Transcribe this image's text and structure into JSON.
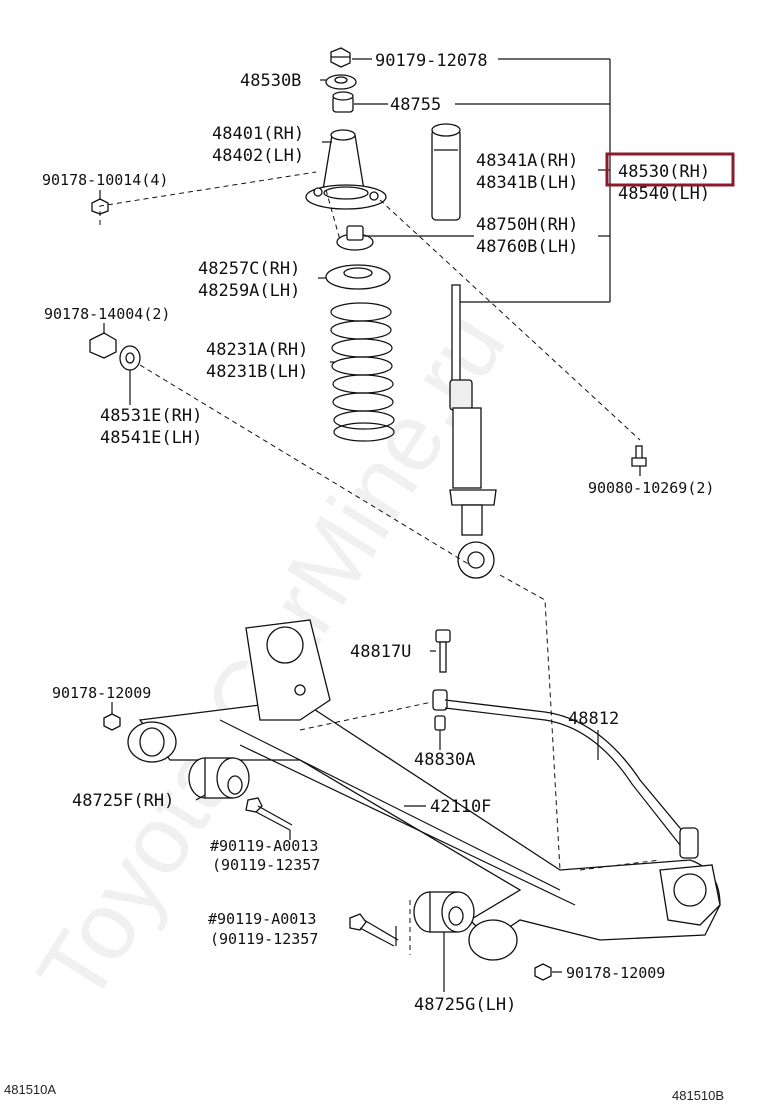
{
  "watermark": "Toyota-CarMine.ru",
  "footer": {
    "left": "481510A",
    "right": "481510B"
  },
  "colors": {
    "highlight": "#8b1a2e",
    "line": "#111111"
  },
  "labels": {
    "p90179_12078": "90179-12078",
    "p48530b": "48530B",
    "p48755": "48755",
    "p48401": "48401(RH)",
    "p48402": "48402(LH)",
    "p48341a": "48341A(RH)",
    "p48341b": "48341B(LH)",
    "p48530": "48530(RH)",
    "p48540": "48540(LH)",
    "p90178_10014": "90178-10014(4)",
    "p48750h": "48750H(RH)",
    "p48760b": "48760B(LH)",
    "p48257c": "48257C(RH)",
    "p48259a": "48259A(LH)",
    "p90178_14004": "90178-14004(2)",
    "p48231a": "48231A(RH)",
    "p48231b": "48231B(LH)",
    "p48531e": "48531E(RH)",
    "p48541e": "48541E(LH)",
    "p90080_10269": "90080-10269(2)",
    "p48817u": "48817U",
    "p90178_12009a": "90178-12009",
    "p48812": "48812",
    "p48830a": "48830A",
    "p48725f": "48725F(RH)",
    "p42110f": "42110F",
    "p90119_a0013a": "#90119-A0013",
    "p90119_12357a": "(90119-12357",
    "p90119_a0013b": "#90119-A0013",
    "p90119_12357b": "(90119-12357",
    "p90178_12009b": "90178-12009",
    "p48725g": "48725G(LH)"
  }
}
